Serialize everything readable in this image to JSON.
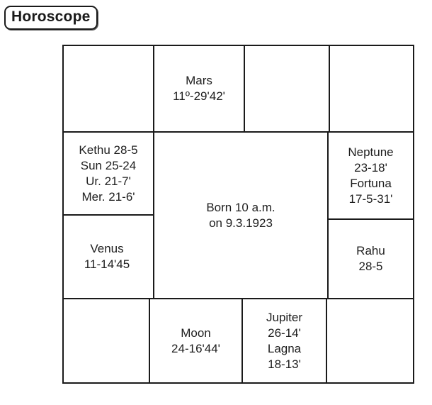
{
  "heading": "Horoscope",
  "houses": {
    "top_second": [
      "Mars",
      "11º-29'42'"
    ],
    "left_upper": [
      "Kethu 28-5",
      "Sun 25-24",
      "Ur. 21-7'",
      "Mer. 21-6'"
    ],
    "left_lower": [
      "Venus",
      "11-14'45"
    ],
    "right_upper": [
      "Neptune",
      "23-18'",
      "Fortuna",
      "17-5-31'"
    ],
    "right_lower": [
      "Rahu",
      "28-5"
    ],
    "bottom_second": [
      "Moon",
      "24-16'44'"
    ],
    "bottom_third": [
      "Jupiter",
      "26-14'",
      "Lagna",
      "18-13'"
    ]
  },
  "center": [
    "Born 10 a.m.",
    "on 9.3.1923"
  ]
}
